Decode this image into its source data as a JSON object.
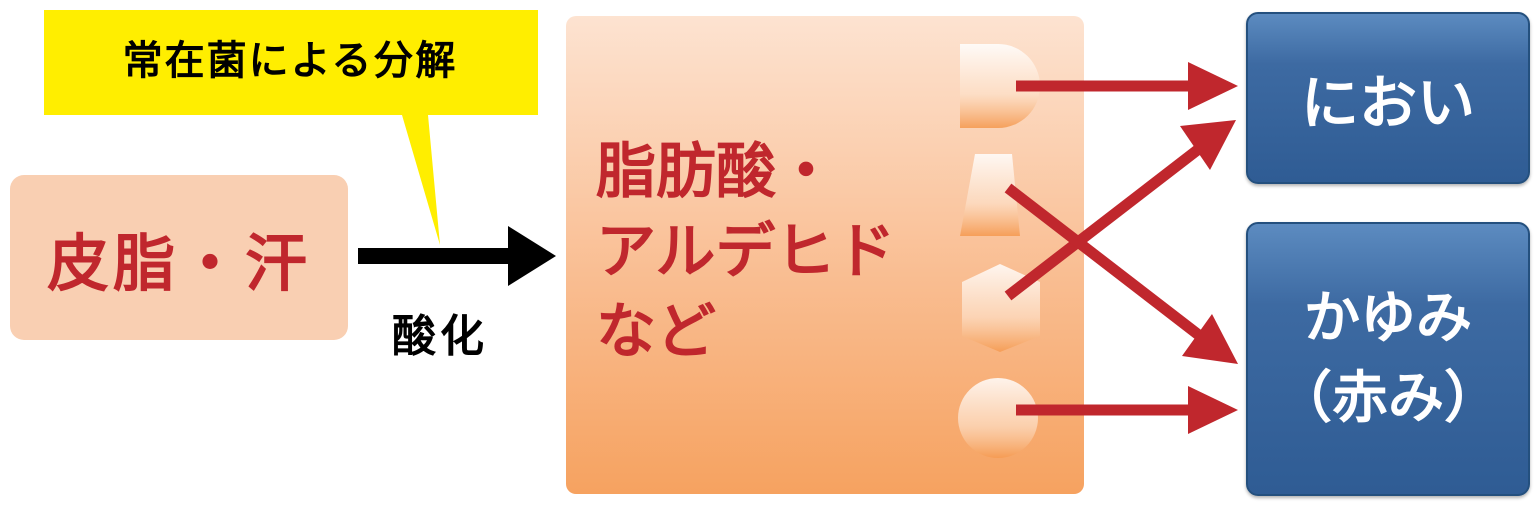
{
  "source": {
    "label": "皮脂・汗"
  },
  "callout": {
    "label": "常在菌による分解"
  },
  "process": {
    "label": "酸化"
  },
  "products": {
    "label": "脂肪酸・\nアルデヒド\nなど"
  },
  "outcomes": [
    {
      "label": "におい"
    },
    {
      "label": "かゆみ\n（赤み）"
    }
  ],
  "colors": {
    "red": "#c0272d",
    "callout_yellow": "#ffee00",
    "outcome_blue": "#2f5c94",
    "source_fill": "#f9cfb2",
    "arrow_black": "#000000"
  }
}
